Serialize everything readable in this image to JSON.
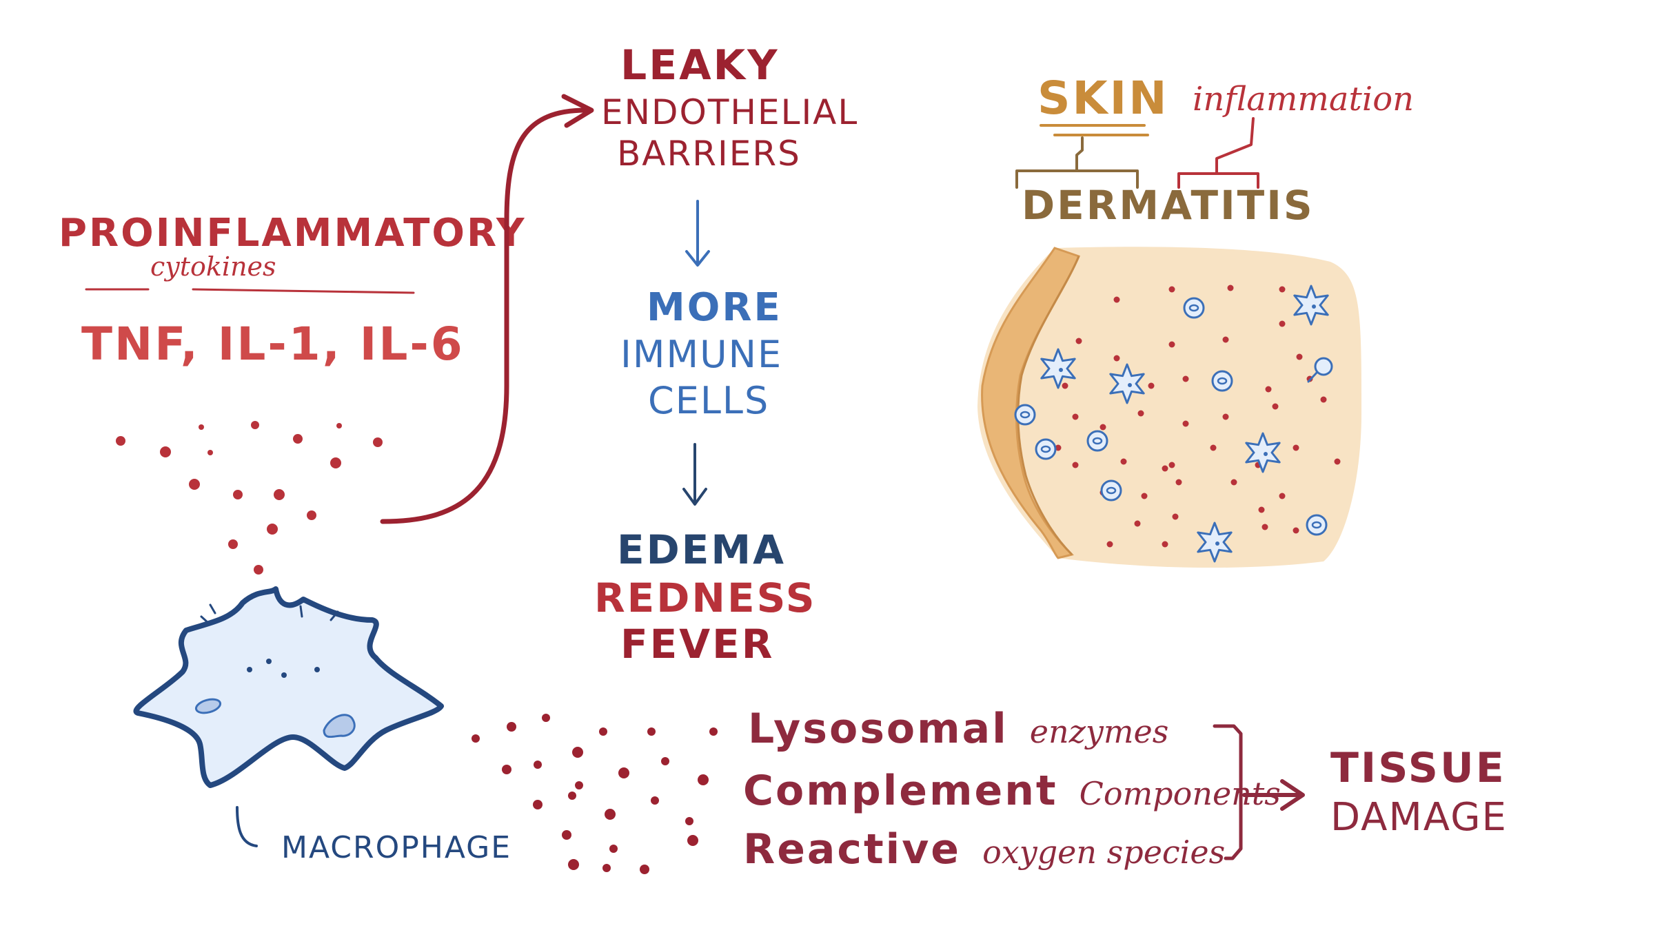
{
  "colors": {
    "red": "#b8323a",
    "darkred": "#9c2230",
    "maroon": "#8e2a3e",
    "blue": "#3b6fb8",
    "navy": "#27456e",
    "brown": "#8a6a3c",
    "gold": "#c98c3a",
    "skin_fill": "#f8e3c4",
    "skin_edge": "#e2b070",
    "cell_fill": "#e4eefb"
  },
  "cytokines": {
    "title": "PROINFLAMMATORY",
    "subtitle": "cytokines",
    "list": "TNF, IL-1, IL-6"
  },
  "leaky": {
    "line1": "LEAKY",
    "line2": "ENDOTHELIAL",
    "line3": "BARRIERS"
  },
  "immune": {
    "line1": "MORE",
    "line2": "IMMUNE",
    "line3": "CELLS"
  },
  "effects": [
    "EDEMA",
    "REDNESS",
    "FEVER"
  ],
  "dermatitis": {
    "skin": "SKIN",
    "inflammation": "inflammation",
    "word": "DERMATITIS"
  },
  "macrophage_label": "MACROPHAGE",
  "products": [
    {
      "main": "Lysosomal",
      "rest": "enzymes"
    },
    {
      "main": "Complement",
      "rest": "Components"
    },
    {
      "main": "Reactive",
      "rest": "oxygen species"
    }
  ],
  "tissue_damage": {
    "line1": "TISSUE",
    "line2": "DAMAGE"
  }
}
